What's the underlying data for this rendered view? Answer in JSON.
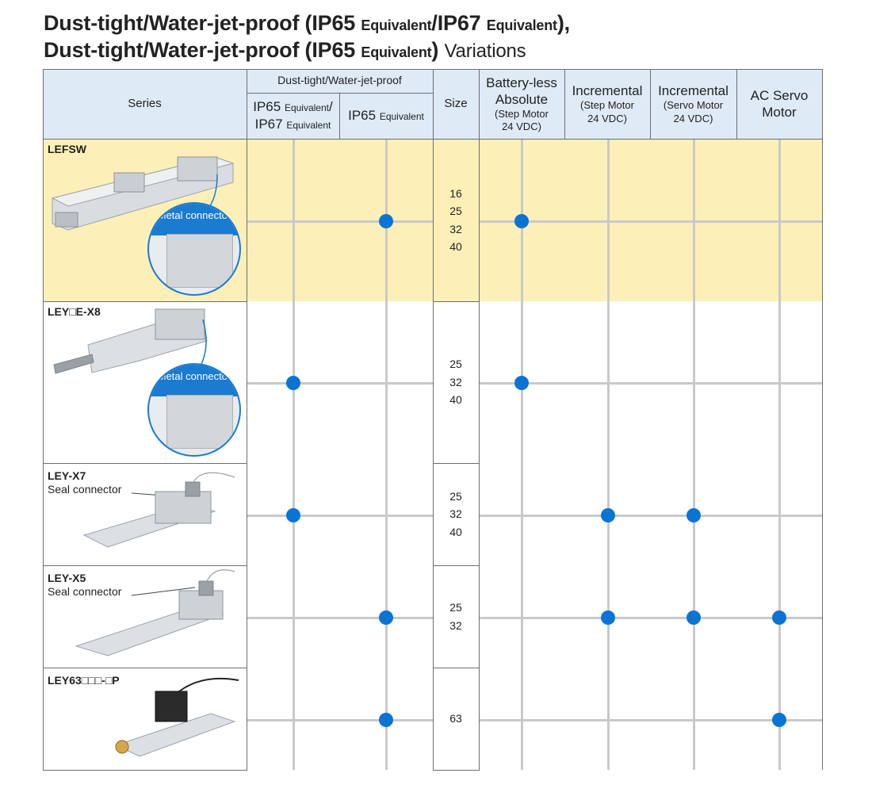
{
  "title": {
    "line1_a": "Dust-tight/Water-jet-proof (IP65 ",
    "line1_b": "Equivalent",
    "line1_c": "/IP67 ",
    "line1_d": "Equivalent",
    "line1_e": "),",
    "line2_a": "Dust-tight/Water-jet-proof (IP65 ",
    "line2_b": "Equivalent",
    "line2_c": ") ",
    "line2_d": "Variations"
  },
  "header": {
    "series": "Series",
    "group": "Dust-tight/Water-jet-proof",
    "ip65_67_a": "IP65 ",
    "ip65_67_b": "Equivalent",
    "ip65_67_c": "/",
    "ip65_67_d": "IP67 ",
    "ip65_67_e": "Equivalent",
    "ip65_a": "IP65 ",
    "ip65_b": "Equivalent",
    "size": "Size",
    "bla_a": "Battery-less",
    "bla_b": "Absolute",
    "bla_c": "(Step Motor",
    "bla_d": "24 VDC)",
    "inc1_a": "Incremental",
    "inc1_b": "(Step Motor",
    "inc1_c": "24 VDC)",
    "inc2_a": "Incremental",
    "inc2_b": "(Servo Motor",
    "inc2_c": "24 VDC)",
    "ac_a": "AC Servo",
    "ac_b": "Motor"
  },
  "rows": [
    {
      "name": "LEFSW",
      "sub": "",
      "sizes": [
        "16",
        "25",
        "32",
        "40"
      ],
      "callout": "Metal connector",
      "marks": {
        "ip65_67": false,
        "ip65": true,
        "bla": true,
        "inc_step": false,
        "inc_servo": false,
        "ac_servo": false
      }
    },
    {
      "name": "LEY□E-X8",
      "sub": "",
      "sizes": [
        "25",
        "32",
        "40"
      ],
      "callout": "Metal connector",
      "marks": {
        "ip65_67": true,
        "ip65": false,
        "bla": true,
        "inc_step": false,
        "inc_servo": false,
        "ac_servo": false
      }
    },
    {
      "name": "LEY-X7",
      "sub": "Seal connector",
      "sizes": [
        "25",
        "32",
        "40"
      ],
      "callout": "",
      "marks": {
        "ip65_67": true,
        "ip65": false,
        "bla": false,
        "inc_step": true,
        "inc_servo": true,
        "ac_servo": false
      }
    },
    {
      "name": "LEY-X5",
      "sub": "Seal connector",
      "sizes": [
        "25",
        "32"
      ],
      "callout": "",
      "marks": {
        "ip65_67": false,
        "ip65": true,
        "bla": false,
        "inc_step": true,
        "inc_servo": true,
        "ac_servo": true
      }
    },
    {
      "name": "LEY63□□□-□P",
      "sub": "",
      "sizes": [
        "63"
      ],
      "callout": "",
      "marks": {
        "ip65_67": false,
        "ip65": true,
        "bla": false,
        "inc_step": false,
        "inc_servo": false,
        "ac_servo": true
      }
    }
  ],
  "colors": {
    "header_bg": "#dfeaf7",
    "highlight_row": "#fcf0b8",
    "dot": "#0a74d4",
    "grid": "#c9c9c9"
  },
  "icons": [
    "actuator-image",
    "metal-connector-callout"
  ]
}
